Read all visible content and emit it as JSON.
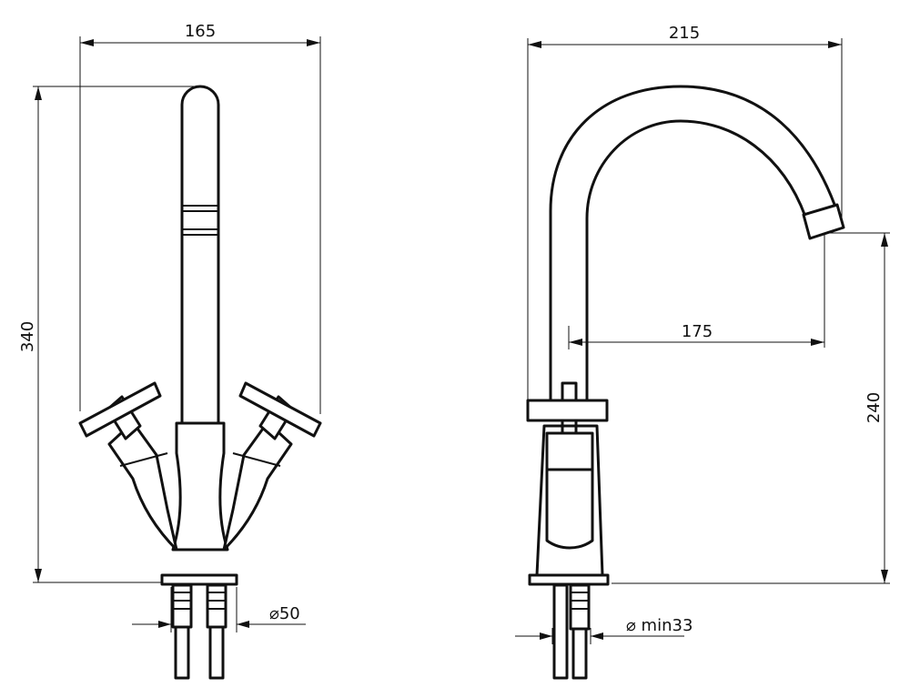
{
  "front_view": {
    "width_label": "165",
    "height_label": "340",
    "diameter_label": "⌀50"
  },
  "side_view": {
    "width_label": "215",
    "reach_label": "175",
    "height_label": "240",
    "diameter_label": "⌀ min33"
  }
}
